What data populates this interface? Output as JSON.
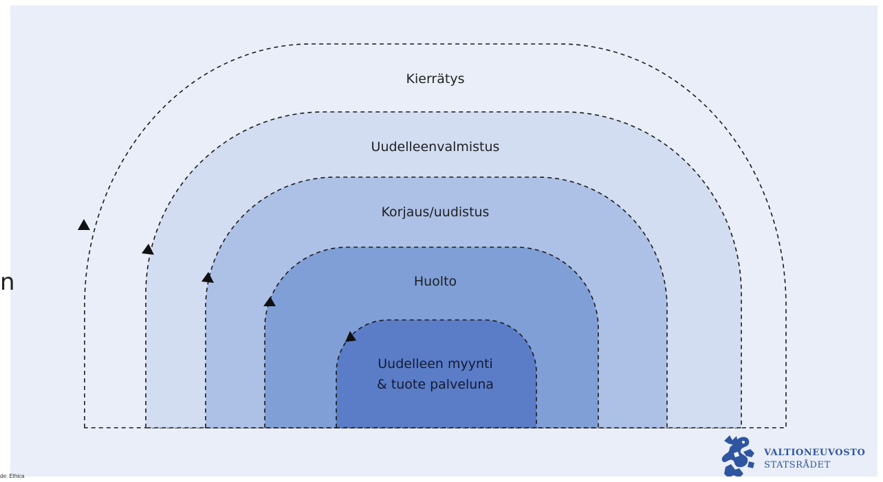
{
  "diagram": {
    "loops": [
      {
        "label": "Kierrätys",
        "fill": "#e9eef8"
      },
      {
        "label": "Uudelleenvalmistus",
        "fill": "#d2ddf1"
      },
      {
        "label": "Korjaus/uudistus",
        "fill": "#adc1e7"
      },
      {
        "label": "Huolto",
        "fill": "#7f9fd6"
      },
      {
        "label_lines": [
          "Uudelleen myynti",
          "& tuote palveluna"
        ],
        "fill": "#5b7dc8"
      }
    ],
    "stroke_color": "#1a1a1a"
  },
  "page": {
    "cut_text": "n",
    "source_note": "de: Ethica"
  },
  "logo": {
    "line1": "VALTIONEUVOSTO",
    "line2": "STATSRÅDET",
    "color": "#2f55a0",
    "icon": "lion-crest-icon"
  }
}
